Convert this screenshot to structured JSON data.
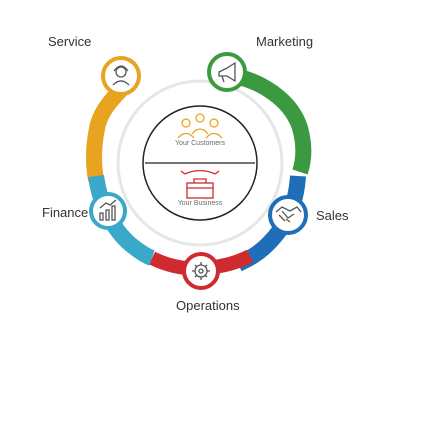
{
  "diagram": {
    "center": {
      "top_caption": "Your Customers",
      "bottom_caption": "Your Business"
    },
    "segments": [
      {
        "key": "service",
        "label": "Service",
        "color": "#e8a320",
        "icon": "customer-service-icon"
      },
      {
        "key": "marketing",
        "label": "Marketing",
        "color": "#3b9a3f",
        "icon": "megaphone-icon"
      },
      {
        "key": "sales",
        "label": "Sales",
        "color": "#1e6fb8",
        "icon": "handshake-icon"
      },
      {
        "key": "operations",
        "label": "Operations",
        "color": "#cf2a2f",
        "icon": "gear-icon"
      },
      {
        "key": "finance",
        "label": "Finance",
        "color": "#3aa9c9",
        "icon": "growth-chart-icon"
      }
    ]
  }
}
